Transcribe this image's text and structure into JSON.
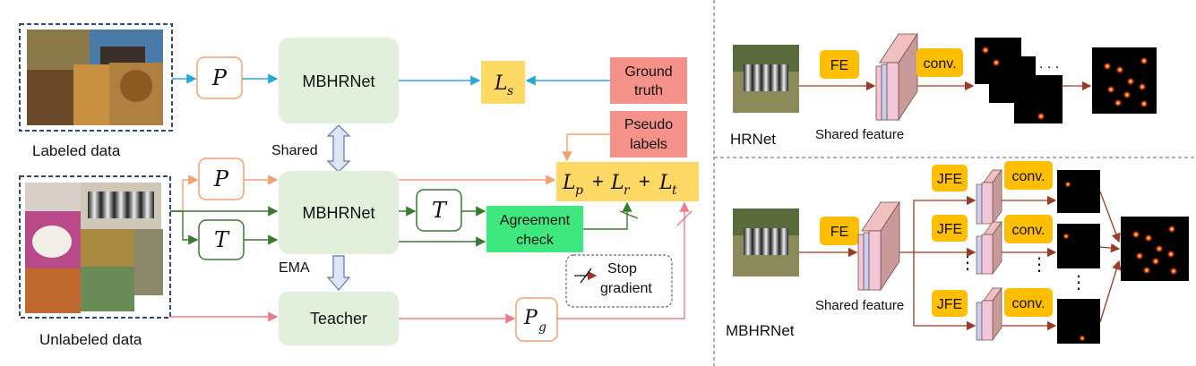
{
  "left": {
    "labeled_caption": "Labeled data",
    "unlabeled_caption": "Unlabeled data",
    "mbhrnet_top": "MBHRNet",
    "mbhrnet_mid": "MBHRNet",
    "teacher": "Teacher",
    "shared": "Shared",
    "ema": "EMA",
    "op_p": "P",
    "op_t": "T",
    "op_pg_main": "P",
    "op_pg_sub": "g",
    "ground_truth_line1": "Ground",
    "ground_truth_line2": "truth",
    "pseudo_line1": "Pseudo",
    "pseudo_line2": "labels",
    "agreement_line1": "Agreement",
    "agreement_line2": "check",
    "stop_line1": "Stop",
    "stop_line2": "gradient",
    "loss_s_main": "L",
    "loss_s_sub": "s",
    "loss_p_main": "L",
    "loss_p_sub": "p",
    "loss_r_main": "L",
    "loss_r_sub": "r",
    "loss_t_main": "L",
    "loss_t_sub": "t",
    "plus": "+"
  },
  "right_top": {
    "fe": "FE",
    "conv": "conv.",
    "shared_feature": "Shared feature",
    "caption": "HRNet",
    "ellipsis": ". . ."
  },
  "right_bottom": {
    "fe": "FE",
    "jfe": "JFE",
    "conv": "conv.",
    "shared_feature": "Shared feature",
    "caption": "MBHRNet",
    "vdots": "⋮"
  },
  "colors": {
    "mbhr_box": "#e2efda",
    "yellow_box": "#ffd966",
    "red_box": "#f4928a",
    "green_box": "#3ee87e",
    "blue_arrow": "#27a9d8",
    "green_arrow": "#3a7a30",
    "pink_arrow": "#ef7b8a",
    "orange_arrow": "#f4a070",
    "brown_arrow": "#9b3a26",
    "dashed_border": "#2e4a7a",
    "op_border_orange": "#f4a070",
    "op_border_green": "#3a7a30"
  }
}
